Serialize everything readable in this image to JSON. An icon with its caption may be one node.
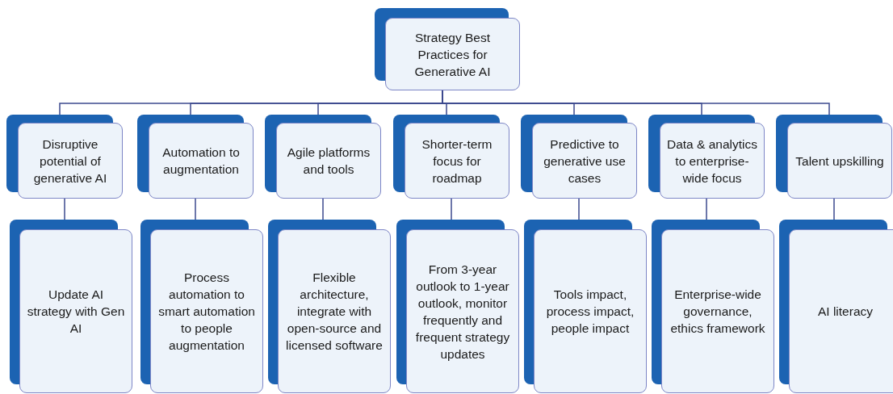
{
  "diagram": {
    "nodes": [
      {
        "text": [
          "Strategy Best Practices for Generative AI"
        ]
      },
      {
        "text": [
          "Disruptive potential of generative AI"
        ]
      },
      {
        "text": [
          "Automation to augmentation"
        ]
      },
      {
        "text": [
          "Agile platforms and tools"
        ]
      },
      {
        "text": [
          "Shorter-term focus for roadmap"
        ]
      },
      {
        "text": [
          "Predictive to generative use cases"
        ]
      },
      {
        "text": [
          "Data & analytics to enterprise-wide focus"
        ]
      },
      {
        "text": [
          "Talent upskilling"
        ]
      },
      {
        "text": [
          "Update AI strategy with Gen AI"
        ]
      },
      {
        "text": [
          "Process automation to smart automation to people augmentation"
        ]
      },
      {
        "text": [
          "Flexible architecture, integrate with open-source and licensed software"
        ]
      },
      {
        "text": [
          "From 3-year outlook to 1-year outlook, monitor frequently and frequent strategy updates"
        ]
      },
      {
        "text": [
          "Tools impact, process impact, people impact"
        ]
      },
      {
        "text": [
          "Enterprise-wide governance, ethics framework"
        ]
      },
      {
        "text": [
          "AI literacy"
        ]
      }
    ],
    "edges": [
      {
        "from": 0,
        "to": 1,
        "arrow": "none"
      },
      {
        "from": 0,
        "to": 2,
        "arrow": "none"
      },
      {
        "from": 0,
        "to": 3,
        "arrow": "none"
      },
      {
        "from": 0,
        "to": 4,
        "arrow": "none"
      },
      {
        "from": 0,
        "to": 5,
        "arrow": "none"
      },
      {
        "from": 0,
        "to": 6,
        "arrow": "none"
      },
      {
        "from": 0,
        "to": 7,
        "arrow": "none"
      },
      {
        "from": 1,
        "to": 8,
        "arrow": "none"
      },
      {
        "from": 2,
        "to": 9,
        "arrow": "none"
      },
      {
        "from": 3,
        "to": 10,
        "arrow": "none"
      },
      {
        "from": 4,
        "to": 11,
        "arrow": "none"
      },
      {
        "from": 5,
        "to": 12,
        "arrow": "none"
      },
      {
        "from": 6,
        "to": 13,
        "arrow": "none"
      },
      {
        "from": 7,
        "to": 14,
        "arrow": "none"
      }
    ]
  }
}
